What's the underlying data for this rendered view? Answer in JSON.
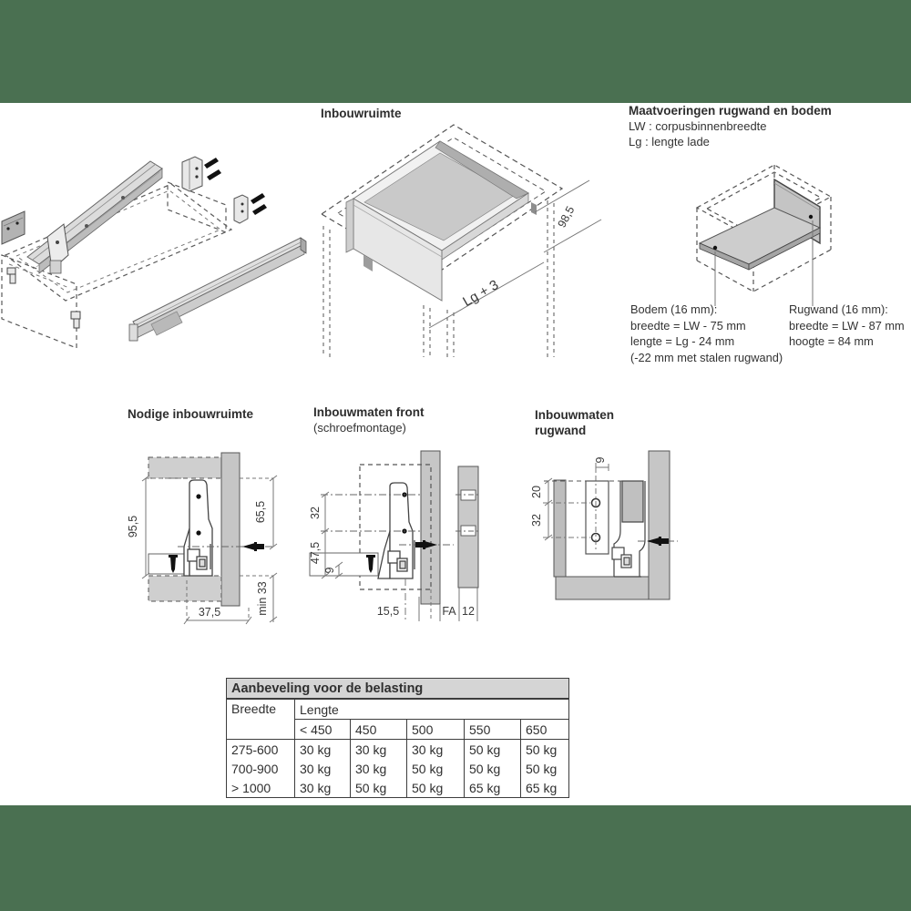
{
  "colors": {
    "band_green": "#4a7051",
    "table_header_bg": "#d5d5d5"
  },
  "inbouwruimte": {
    "title": "Inbouwruimte",
    "dim_depth": "Lg + 3",
    "dim_height": "98,5"
  },
  "maatvoeringen": {
    "title": "Maatvoeringen rugwand en bodem",
    "legend_lw": "LW : corpusbinnenbreedte",
    "legend_lg": "Lg : lengte lade",
    "bodem_title": "Bodem (16 mm):",
    "bodem_line1": "breedte = LW - 75 mm",
    "bodem_line2": "lengte = Lg - 24 mm",
    "bodem_line3": "(-22 mm met stalen rugwand)",
    "rugwand_title": "Rugwand (16 mm):",
    "rugwand_line1": "breedte = LW - 87 mm",
    "rugwand_line2": "hoogte = 84 mm"
  },
  "nodige": {
    "title": "Nodige inbouwruimte",
    "dim_95": "95,5",
    "dim_65": "65,5",
    "dim_min33": "min 33",
    "dim_375": "37,5"
  },
  "front": {
    "title": "Inbouwmaten front",
    "subtitle": "(schroefmontage)",
    "dim_32": "32",
    "dim_475": "47,5",
    "dim_9": "9",
    "dim_155": "15,5",
    "dim_fa": "FA",
    "dim_12": "12"
  },
  "rugwand": {
    "title_line1": "Inbouwmaten",
    "title_line2": "rugwand",
    "dim_9": "9",
    "dim_20": "20",
    "dim_32": "32"
  },
  "table": {
    "title": "Aanbeveling voor de belasting",
    "breedte_header": "Breedte",
    "lengte_header": "Lengte",
    "length_cols": [
      "< 450",
      "450",
      "500",
      "550",
      "650"
    ],
    "rows": [
      {
        "breedte": "275-600",
        "values": [
          "30 kg",
          "30 kg",
          "30 kg",
          "50 kg",
          "50 kg"
        ]
      },
      {
        "breedte": "700-900",
        "values": [
          "30 kg",
          "30 kg",
          "50 kg",
          "50 kg",
          "50 kg"
        ]
      },
      {
        "breedte": "> 1000",
        "values": [
          "30 kg",
          "50 kg",
          "50 kg",
          "65 kg",
          "65 kg"
        ]
      }
    ]
  }
}
